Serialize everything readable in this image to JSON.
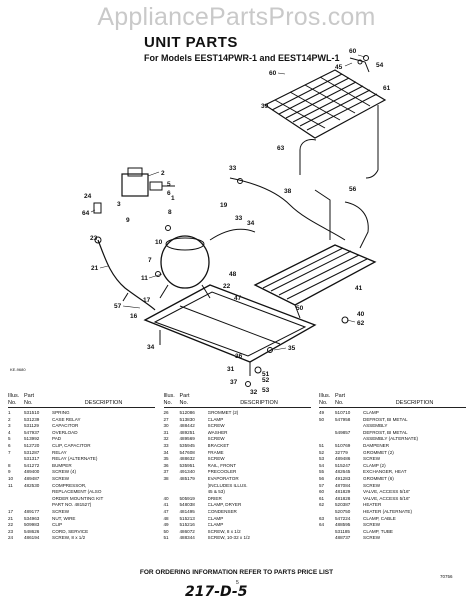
{
  "watermark": "AppliancePartsPros.com",
  "title": "UNIT PARTS",
  "subtitle": "For Models EEST14PWR-1 and EEST14PWL-1",
  "diagram_code": "KE-9680",
  "callouts": [
    "60",
    "45",
    "54",
    "56",
    "54",
    "33",
    "45",
    "2",
    "19",
    "34",
    "38",
    "56",
    "20",
    "5",
    "6",
    "1",
    "3",
    "8",
    "1",
    "64",
    "27",
    "33",
    "24",
    "64",
    "23",
    "21",
    "40",
    "35",
    "36",
    "41",
    "11",
    "48",
    "22",
    "62",
    "17",
    "16",
    "57",
    "34",
    "35",
    "51",
    "31",
    "37",
    "52",
    "32",
    "53"
  ],
  "table": {
    "header_line1": [
      "Illus.",
      "Part",
      ""
    ],
    "header_line2": [
      "No.",
      "No.",
      "DESCRIPTION"
    ],
    "columns": [
      [
        [
          "1",
          "531510",
          "SPRING"
        ],
        [
          "2",
          "531239",
          "CASE RELAY"
        ],
        [
          "3",
          "531129",
          "CAPACITOR"
        ],
        [
          "4",
          "547937",
          "OVERLOAD"
        ],
        [
          "5",
          "513992",
          "PAD"
        ],
        [
          "6",
          "512720",
          "CLIP, CAPACITOR"
        ],
        [
          "7",
          "531287",
          "RELAY"
        ],
        [
          "",
          "531317",
          "RELAY (ALTERNATE)"
        ],
        [
          "8",
          "541272",
          "BUMPER"
        ],
        [
          "9",
          "489400",
          "SCREW (4)"
        ],
        [
          "10",
          "489487",
          "SCREW"
        ],
        [
          "11",
          "482530",
          "COMPRESSOR,"
        ],
        [
          "",
          "",
          "REPLACEMENT (ALSO"
        ],
        [
          "",
          "",
          "ORDER MOUNTING KIT"
        ],
        [
          "",
          "",
          "PART NO. 481527)"
        ],
        [
          "17",
          "489177",
          "SCREW"
        ],
        [
          "21",
          "534963",
          "NUT, WIRE"
        ],
        [
          "22",
          "509983",
          "CLIP"
        ],
        [
          "23",
          "548626",
          "CORD, SERVICE"
        ],
        [
          "24",
          "486194",
          "SCREW, 8 x 1/2"
        ]
      ],
      [
        [
          "26",
          "512086",
          "GROMMET (2)"
        ],
        [
          "27",
          "513830",
          "CLAMP"
        ],
        [
          "30",
          "488442",
          "SCREW"
        ],
        [
          "31",
          "489251",
          "WASHER"
        ],
        [
          "32",
          "489569",
          "SCREW"
        ],
        [
          "33",
          "535945",
          "BRACKET"
        ],
        [
          "34",
          "547608",
          "FRAME"
        ],
        [
          "35",
          "488632",
          "SCREW"
        ],
        [
          "36",
          "535951",
          "RAIL, FRONT"
        ],
        [
          "37",
          "491340",
          "PRECOOLER"
        ],
        [
          "38",
          "485179",
          "EVAPORATOR"
        ],
        [
          "",
          "",
          "(INCLUDES ILLUS."
        ],
        [
          "",
          "",
          "45 & 53)"
        ],
        [
          "40",
          "505919",
          "DRIER"
        ],
        [
          "41",
          "548038",
          "CLAMP, DRYER"
        ],
        [
          "47",
          "481495",
          "CONDENSER"
        ],
        [
          "48",
          "515213",
          "CLAMP"
        ],
        [
          "49",
          "515216",
          "CLAMP"
        ],
        [
          "50",
          "486072",
          "SCREW, 8 x 1/2"
        ],
        [
          "51",
          "488344",
          "SCREW, 10-32 x 1/2"
        ]
      ],
      [
        [
          "49",
          "510710",
          "CLAMP"
        ],
        [
          "50",
          "547958",
          "DEFROST, BI METAL"
        ],
        [
          "",
          "",
          "ASSEMBLY"
        ],
        [
          "",
          "549857",
          "DEFROST, BI METAL"
        ],
        [
          "",
          "",
          "ASSEMBLY (ALTERNATE)"
        ],
        [
          "51",
          "510769",
          "DAMPENER"
        ],
        [
          "52",
          "32779",
          "GROMMET (2)"
        ],
        [
          "53",
          "489486",
          "SCREW"
        ],
        [
          "54",
          "515247",
          "CLAMP (2)"
        ],
        [
          "55",
          "482645",
          "EXCHANGER, HEAT"
        ],
        [
          "56",
          "491283",
          "GROMMET (6)"
        ],
        [
          "57",
          "487084",
          "SCREW"
        ],
        [
          "60",
          "481829",
          "VALVE, ACCESS 5/16\""
        ],
        [
          "61",
          "481828",
          "VALVE, ACCESS 5/16\""
        ],
        [
          "62",
          "520387",
          "HEATER"
        ],
        [
          "",
          "520750",
          "HEATER (ALTERNATE)"
        ],
        [
          "63",
          "547224",
          "CLAMP, CABLE"
        ],
        [
          "64",
          "488595",
          "SCREW"
        ],
        [
          "",
          "531185",
          "CLAMP, TUBE"
        ],
        [
          "",
          "488737",
          "SCREW"
        ]
      ]
    ]
  },
  "footer": "FOR ORDERING INFORMATION REFER TO PARTS PRICE LIST",
  "page_number": "5",
  "handwritten_code": "217-D-5",
  "doc_code": "70756"
}
